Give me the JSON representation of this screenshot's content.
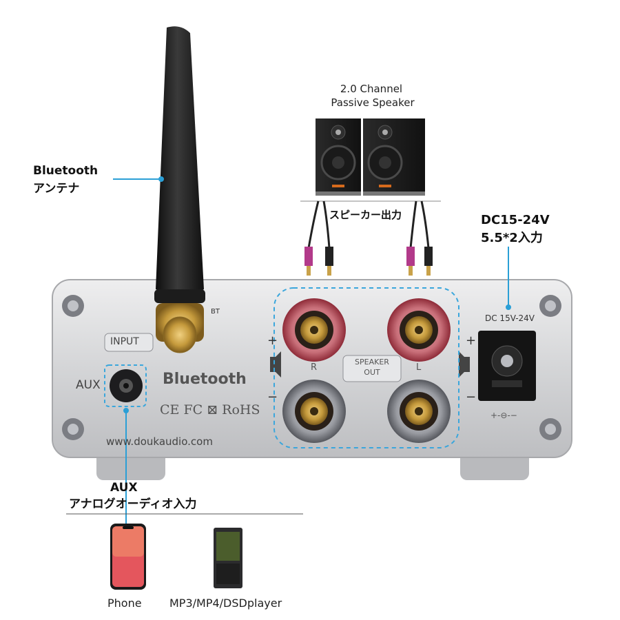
{
  "callouts": {
    "antenna_line1": "Bluetooth",
    "antenna_line2": "アンテナ",
    "speaker_type_line1": "2.0 Channel",
    "speaker_type_line2": "Passive Speaker",
    "speaker_output": "スピーカー出力",
    "power_line1": "DC15-24V",
    "power_line2": "5.5*2入力",
    "aux_line1": "AUX",
    "aux_line2": "アナログオーディオ入力"
  },
  "panel": {
    "bt_mark": "BT",
    "input_label": "INPUT",
    "aux_label": "AUX",
    "bluetooth_logo": "Bluetooth",
    "cert_marks": "CE FC ⊠ RoHS",
    "website": "www.doukaudio.com",
    "speaker_out_line1": "SPEAKER",
    "speaker_out_line2": "OUT",
    "channel_right": "R",
    "channel_left": "L",
    "plus_left": "+",
    "minus_left": "−",
    "plus_right": "+",
    "minus_right": "−",
    "dc_label": "DC 15V-24V",
    "polarity_symbol": "+-⊖-−"
  },
  "devices": {
    "phone_label": "Phone",
    "player_label": "MP3/MP4/DSDplayer"
  },
  "colors": {
    "callout_line": "#2a9fd6",
    "dashed_box": "#3aa6dc",
    "panel_silver": "#d9dadc",
    "antenna": "#1b1b1b",
    "gold": "#c9a24a",
    "red_post": "#b3263a"
  }
}
